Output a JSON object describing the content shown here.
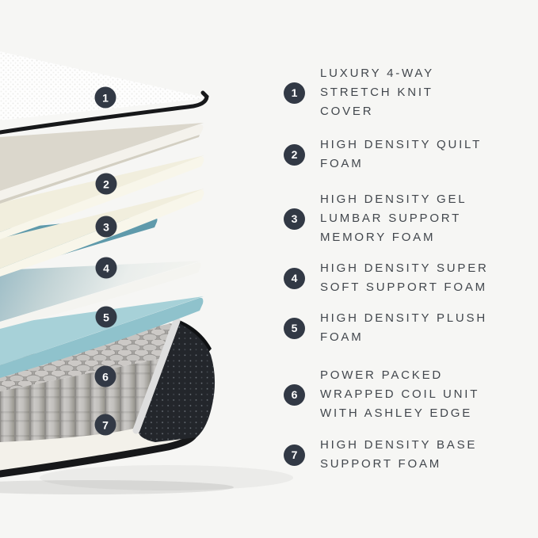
{
  "figure": {
    "kind": "mattress exploded-view layer diagram",
    "layer_count": "7"
  },
  "colors": {
    "background": "#f6f6f4",
    "badge_bg": "#323945",
    "badge_text": "#ffffff",
    "label_text": "#42474d",
    "cover_white": "#f7f7f5",
    "piping_black": "#17181a",
    "quilt_greige": "#dbd7cc",
    "quilt_greige_edge": "#f4f2ec",
    "foam_cream": "#f1eedd",
    "foam_cream_edge": "#f8f6ea",
    "gel_teal": "#5f9aab",
    "soft_foam_edge": "#f4f4f0",
    "plush_cyan": "#a7d1d8",
    "plush_cyan_edge": "#8fc2cc",
    "coil_gray": "#bdbbb8",
    "edge_panel_dark": "#23262b",
    "edge_trim_gray": "#dedede",
    "base_foam": "#f3f1ea",
    "base_piping": "#17181a"
  },
  "legend": {
    "items": [
      {
        "number": "1",
        "lines": [
          "LUXURY 4-WAY",
          "STRETCH KNIT",
          "COVER"
        ]
      },
      {
        "number": "2",
        "lines": [
          "HIGH DENSITY QUILT",
          "FOAM"
        ]
      },
      {
        "number": "3",
        "lines": [
          "HIGH DENSITY GEL",
          "LUMBAR SUPPORT",
          "MEMORY FOAM"
        ]
      },
      {
        "number": "4",
        "lines": [
          "HIGH DENSITY SUPER",
          "SOFT SUPPORT FOAM"
        ]
      },
      {
        "number": "5",
        "lines": [
          "HIGH DENSITY PLUSH",
          "FOAM"
        ]
      },
      {
        "number": "6",
        "lines": [
          "POWER PACKED",
          "WRAPPED COIL UNIT",
          "WITH ASHLEY EDGE"
        ]
      },
      {
        "number": "7",
        "lines": [
          "HIGH DENSITY BASE",
          "SUPPORT FOAM"
        ]
      }
    ]
  }
}
